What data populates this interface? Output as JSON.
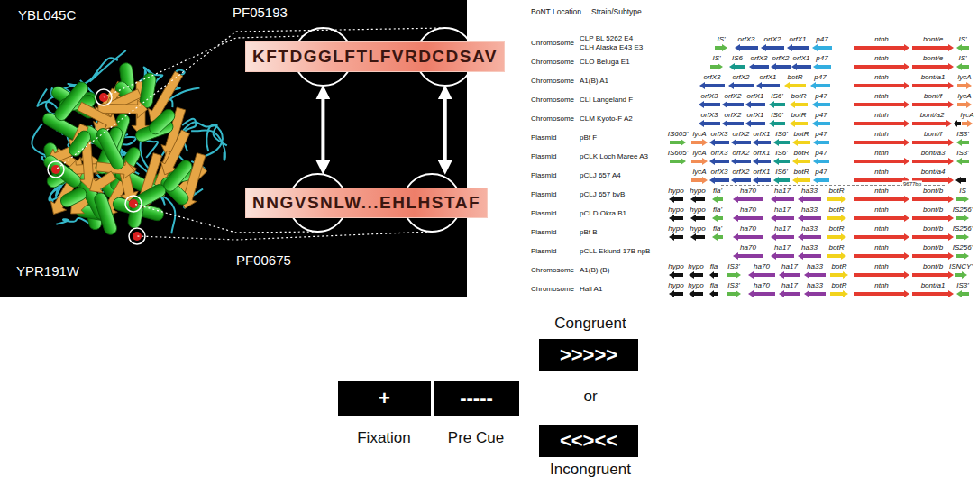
{
  "diagram": {
    "nodes": [
      {
        "text": [
          "KFTDGGLFTLFVRDCDSAV"
        ]
      },
      {
        "text": [
          "NNGVSNLW...EHLHSTAF"
        ]
      },
      {
        "text": [
          "+"
        ]
      },
      {
        "text": [
          "-----"
        ]
      },
      {
        "text": [
          ">>>>>"
        ]
      },
      {
        "text": [
          "<<><<"
        ]
      }
    ],
    "edges": [
      {
        "from": 0,
        "to": 1,
        "arrow": "both"
      },
      {
        "from": 0,
        "to": 1,
        "arrow": "both"
      }
    ],
    "labels": [
      "YBL045C",
      "PF05193",
      "YPR191W",
      "PF00675",
      "BoNT Location",
      "Strain/Subtype",
      "Chromosome",
      "CLP BL 5262 E4",
      "CLH Alaska E43 E3",
      "IS'",
      "orfX3",
      "orfX2",
      "orfX1",
      "p47",
      "ntnh",
      "bont/e",
      "IS'",
      "Chromosome",
      "CLO Beluga E1",
      "IS'",
      "IS6",
      "orfX3",
      "orfX2",
      "orfX1",
      "p47",
      "ntnh",
      "bont/e",
      "IS'",
      "Chromosome",
      "A1(B) A1",
      "orfX3",
      "orfX2",
      "orfX1",
      "botR",
      "p47",
      "ntnh",
      "bont/a1",
      "lycA",
      "Chromosome",
      "CLI Langeland F",
      "orfX3",
      "orfX2",
      "orfX1",
      "IS6'",
      "botR",
      "p47",
      "ntnh",
      "bont/f",
      "lycA",
      "Chromosome",
      "CLM Kyoto-F A2",
      "orfX3",
      "orfX2",
      "orfX1",
      "IS6'",
      "botR",
      "p47",
      "ntnh",
      "bont/a2",
      "lycA",
      "Plasmid",
      "pBf F",
      "IS605'",
      "lycA",
      "orfX3",
      "orfX2",
      "orfX1",
      "IS6'",
      "botR",
      "p47",
      "ntnh",
      "bont/f",
      "IS3'",
      "Plasmid",
      "pCLK Loch Maree A3",
      "IS605'",
      "lycA",
      "orfX3",
      "orfX2",
      "orfX1",
      "IS6'",
      "botR",
      "p47",
      "ntnh",
      "bont/a3",
      "IS3'",
      "Plasmid",
      "pCLJ 657 A4",
      "lycA",
      "orfX3",
      "orfX2",
      "orfX1",
      "IS6'",
      "botR",
      "p47",
      "ntnh",
      "bont/a4",
      "Plasmid",
      "pCLJ 657 bvB",
      "hypo",
      "hypo",
      "fla'",
      "ha70",
      "ha17",
      "ha33",
      "botR",
      "ntnh",
      "bont/b",
      "IS",
      "Plasmid",
      "pCLD Okra B1",
      "hypo",
      "hypo",
      "fla'",
      "ha70",
      "ha17",
      "ha33",
      "botR",
      "ntnh",
      "bont/b",
      "IS256'",
      "Plasmid",
      "pBf B",
      "hypo",
      "hypo",
      "fla'",
      "ha70",
      "ha17",
      "ha33",
      "botR",
      "ntnh",
      "bont/b",
      "IS256'",
      "Plasmid",
      "pCLL Eklund 17B npB",
      "ha70",
      "ha17",
      "ha33",
      "botR",
      "ntnh",
      "bont/b",
      "IS256'",
      "Chromosome",
      "A1(B) (B)",
      "hypo",
      "hypo",
      "fla",
      "IS3'",
      "ha70",
      "ha17",
      "ha33",
      "botR",
      "ntnh",
      "bont/b",
      "ISNCY'",
      "Chromosome",
      "Hall A1",
      "hypo",
      "hypo",
      "fla",
      "IS3'",
      "ha70",
      "ha17",
      "ha33",
      "botR",
      "ntnh",
      "bont/a1",
      "IS3'",
      "9677bp",
      "Fixation",
      "Pre Cue",
      "Congruent",
      "or",
      "Incongruent"
    ]
  }
}
